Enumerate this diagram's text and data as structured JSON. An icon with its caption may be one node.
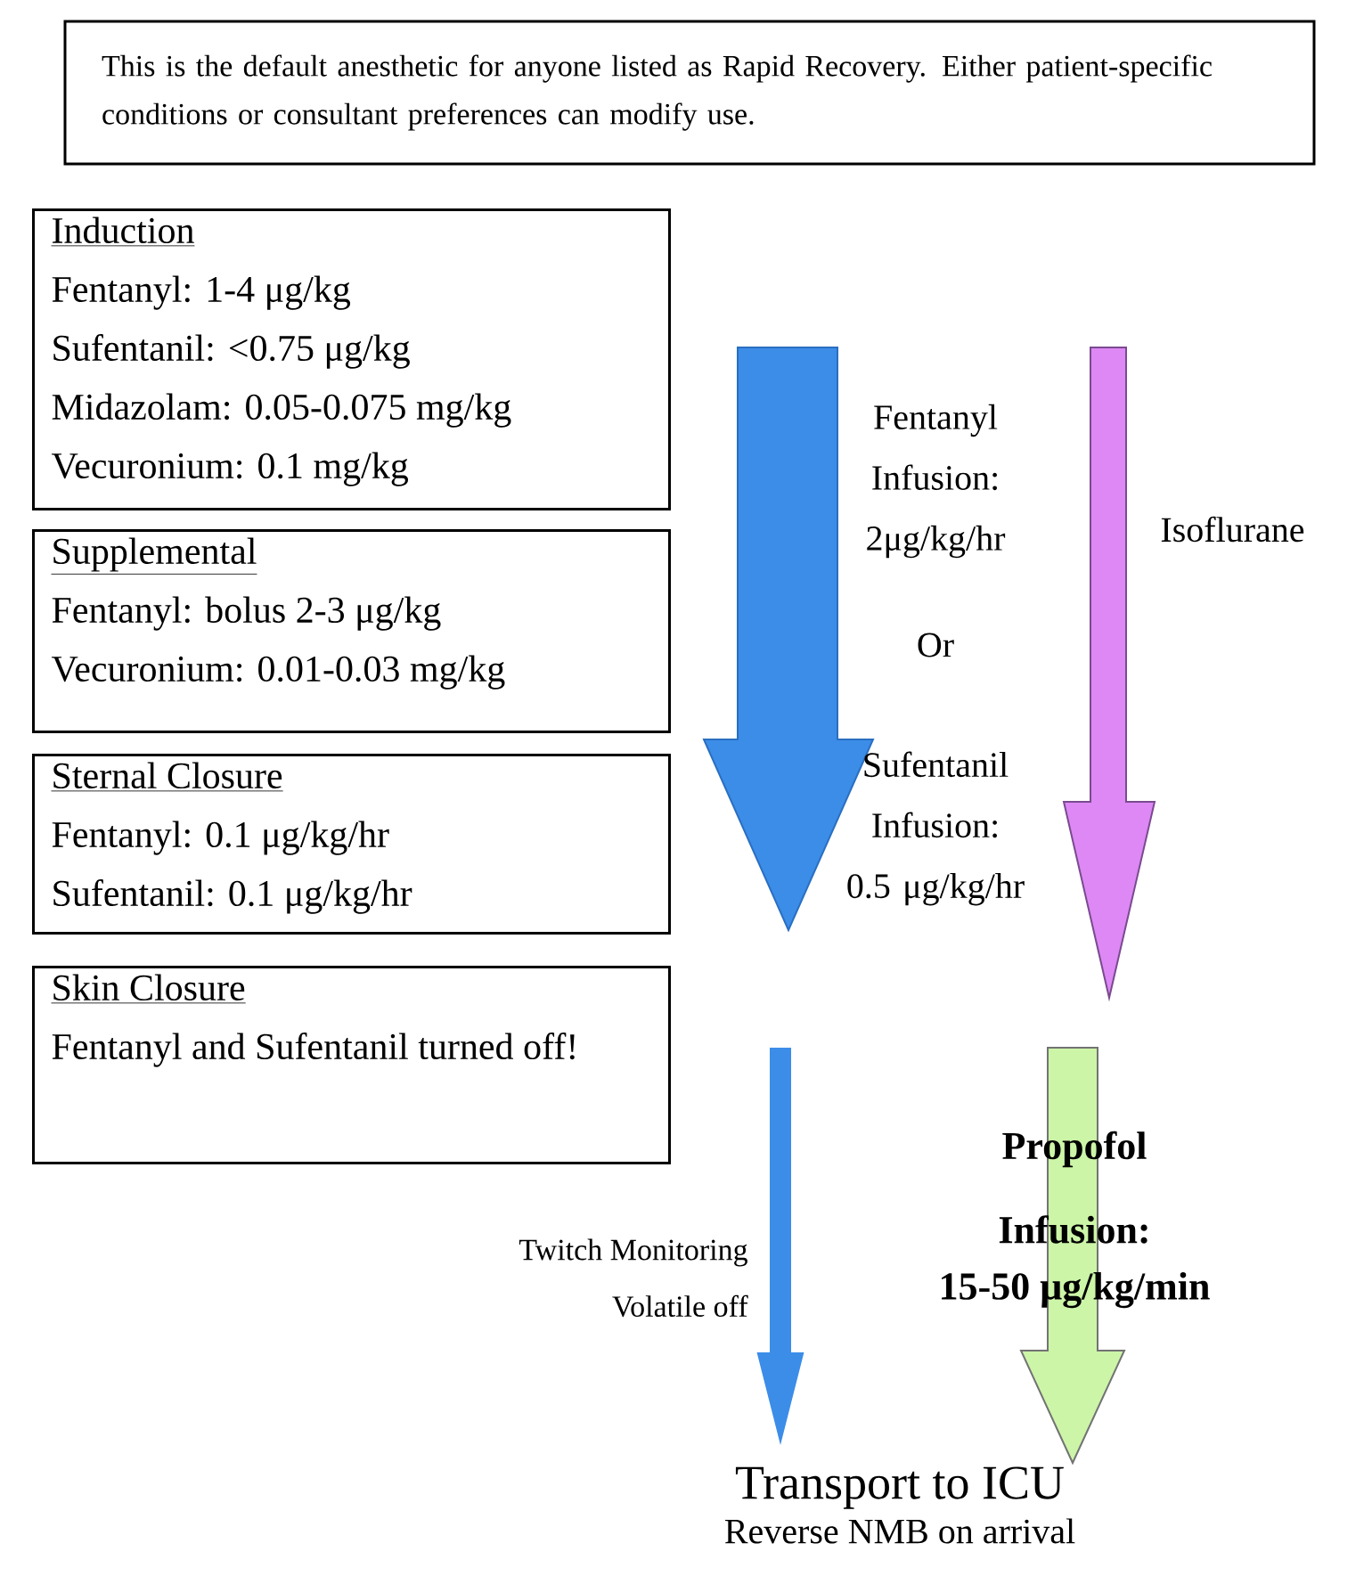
{
  "diagram": {
    "nodes": [
      {
        "text": [
          "This is the default anesthetic for anyone listed as Rapid Recovery. Either patient-specific conditions or consultant preferences can modify use."
        ]
      },
      {
        "text": [
          "Induction",
          "Fentanyl: 1-4 μg/kg",
          "Sufentanil: <0.75 μg/kg",
          "Midazolam: 0.05-0.075 mg/kg",
          "Vecuronium: 0.1 mg/kg"
        ]
      },
      {
        "text": [
          "Supplemental",
          "Fentanyl: bolus 2-3 μg/kg",
          "Vecuronium: 0.01-0.03 mg/kg"
        ]
      },
      {
        "text": [
          "Sternal Closure",
          "Fentanyl: 0.1 μg/kg/hr",
          "Sufentanil: 0.1 μg/kg/hr"
        ]
      },
      {
        "text": [
          "Skin Closure",
          "Fentanyl and Sufentanil turned off!"
        ]
      },
      {
        "text": [
          "Transport to ICU"
        ],
        "beside": [
          "Reverse NMB on arrival"
        ]
      }
    ],
    "edges": [
      {
        "from": null,
        "to": 5,
        "arrow": "to",
        "color": "#3b8de8"
      },
      {
        "from": null,
        "to": 5,
        "arrow": "to",
        "style": "thick",
        "color": "#ccf5a8"
      }
    ],
    "labels": [
      "Fentanyl Infusion: 2μg/kg/hr",
      "Or",
      "Sufentanil Infusion: 0.5 μg/kg/hr",
      "Isoflurane",
      "Twitch Monitoring",
      "Volatile off",
      "Propofol",
      "Infusion:",
      "15-50 μg/kg/min"
    ]
  }
}
